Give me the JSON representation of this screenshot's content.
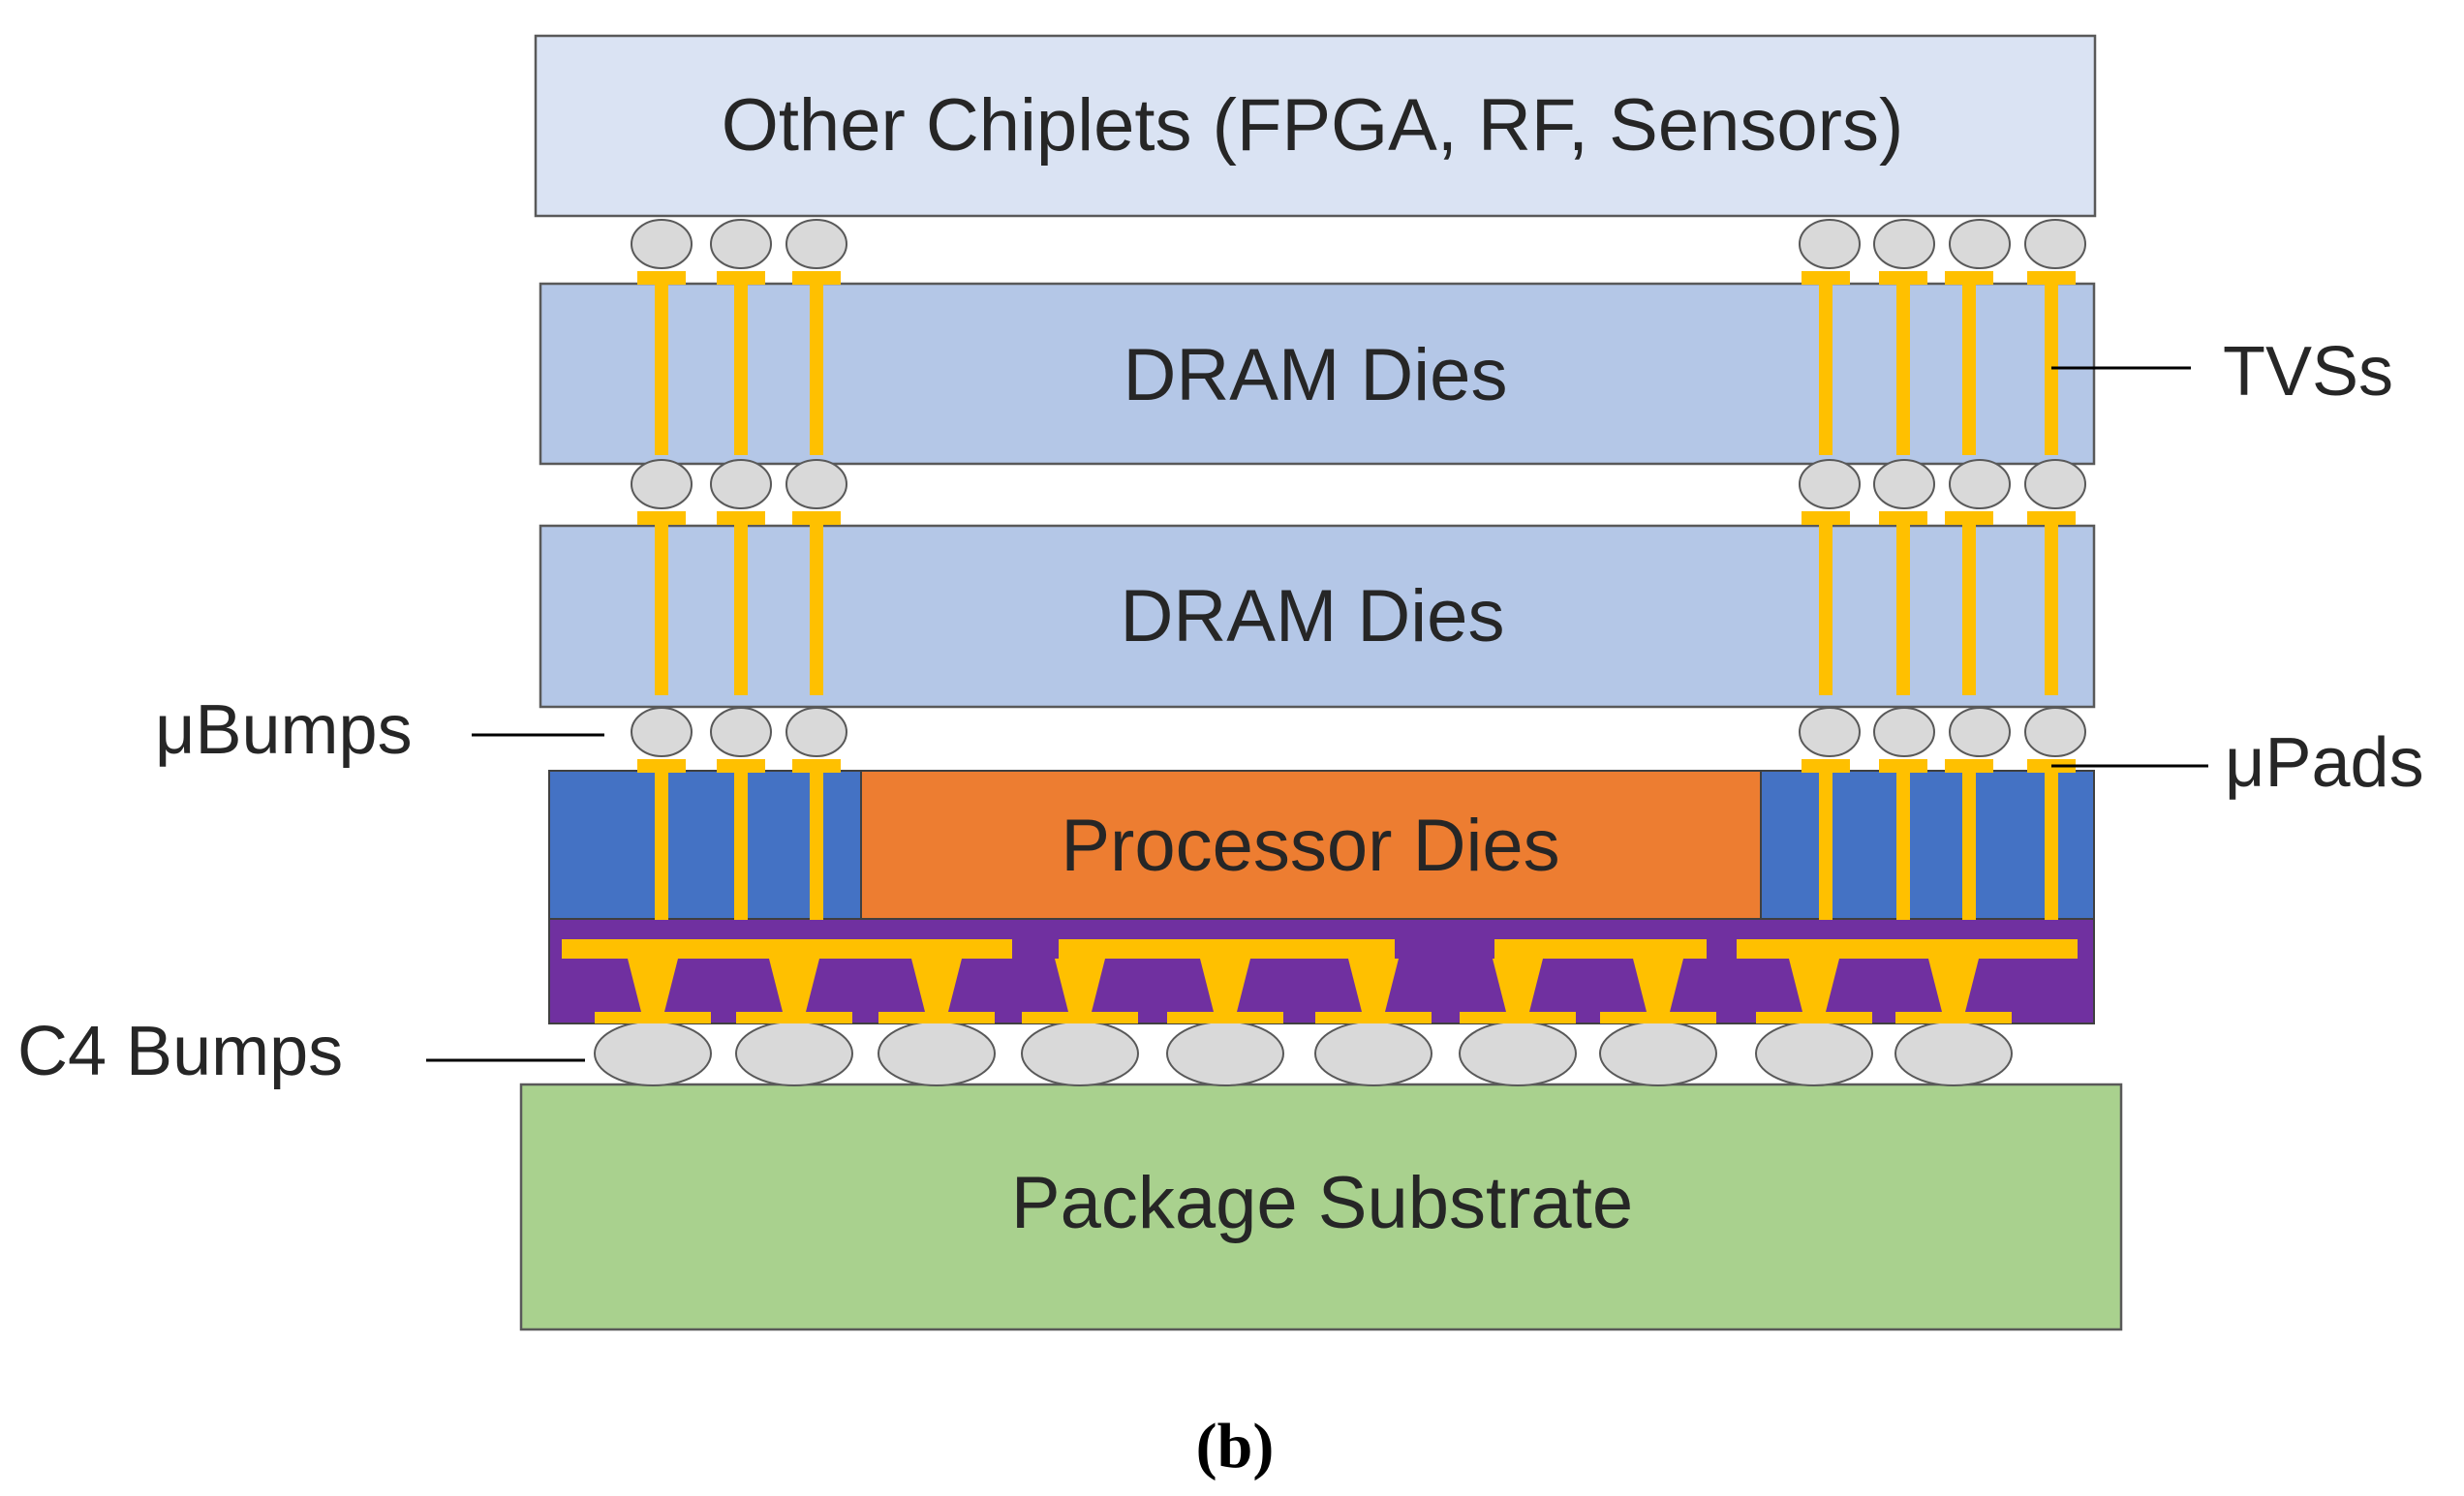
{
  "layers": {
    "other_chiplets": "Other Chiplets (FPGA, RF, Sensors)",
    "dram_top": "DRAM Dies",
    "dram_bottom": "DRAM Dies",
    "processor": "Processor Dies",
    "substrate": "Package Substrate"
  },
  "callouts": {
    "tsvs": "TVSs",
    "ubumps": "μBumps",
    "upads": "μPads",
    "c4_bumps": "C4 Bumps"
  },
  "caption": "(b)",
  "colors": {
    "other_chiplets": "#dae3f3",
    "dram": "#b4c7e7",
    "interposer": "#4472c4",
    "processor": "#ed7d31",
    "redistribution": "#7030a0",
    "substrate": "#a9d18e",
    "tsv": "#ffc000",
    "bump": "#d9d9d9",
    "outline": "#595959",
    "processor_text": "#fbe5d6"
  }
}
